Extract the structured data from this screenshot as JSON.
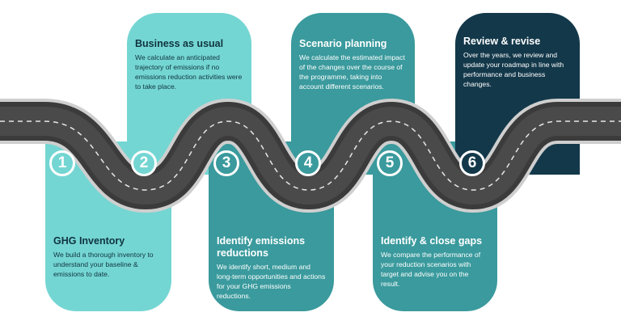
{
  "colors": {
    "light_teal": "#74d6d3",
    "mid_teal": "#3a9a9d",
    "navy": "#13384a",
    "road": "#3b3b3b",
    "road_edge": "#cfcfcf"
  },
  "steps": [
    {
      "number": "1",
      "title": "GHG Inventory",
      "description": "We build a thorough inventory to understand your baseline & emissions to date."
    },
    {
      "number": "2",
      "title": "Business as usual",
      "description": "We calculate an anticipated trajectory of emissions if no emissions reduction activities were to take place."
    },
    {
      "number": "3",
      "title": "Identify emissions reductions",
      "description": "We identify short, medium and long-term opportunities and actions for your GHG emissions reductions."
    },
    {
      "number": "4",
      "title": "Scenario planning",
      "description": "We calculate the estimated impact of the changes over the course of the programme, taking into account different scenarios."
    },
    {
      "number": "5",
      "title": "Identify & close gaps",
      "description": "We compare the performance of your reduction scenarios with target and advise you on the result."
    },
    {
      "number": "6",
      "title": "Review & revise",
      "description": "Over the years, we review and update your roadmap in line with performance and business changes."
    }
  ]
}
